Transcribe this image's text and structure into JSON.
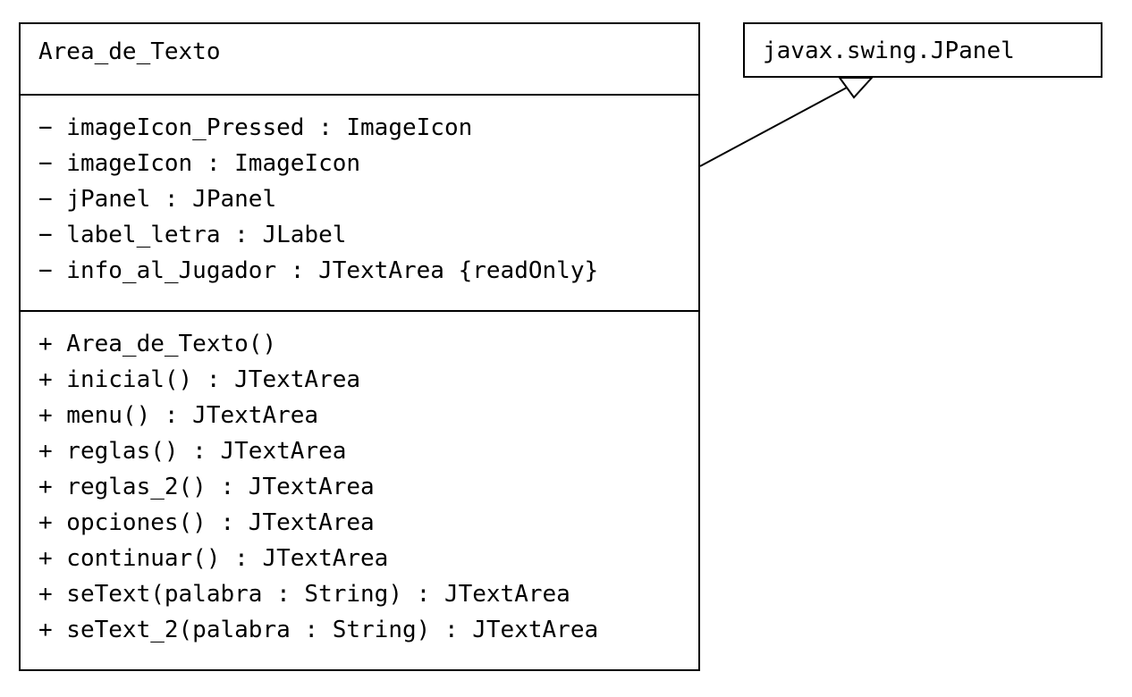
{
  "classes": {
    "main": {
      "name": "Area_de_Texto",
      "attributes": [
        "− imageIcon_Pressed : ImageIcon",
        "− imageIcon : ImageIcon",
        "− jPanel : JPanel",
        "− label_letra : JLabel",
        "− info_al_Jugador : JTextArea {readOnly}"
      ],
      "operations": [
        "+ Area_de_Texto()",
        "+ inicial() : JTextArea",
        "+ menu() : JTextArea",
        "+ reglas() : JTextArea",
        "+ reglas_2() : JTextArea",
        "+ opciones() : JTextArea",
        "+ continuar() : JTextArea",
        "+ seText(palabra : String) : JTextArea",
        "+ seText_2(palabra : String) : JTextArea"
      ]
    },
    "parent": {
      "name": "javax.swing.JPanel"
    }
  },
  "relationships": [
    {
      "type": "generalization",
      "from": "Area_de_Texto",
      "to": "javax.swing.JPanel"
    }
  ]
}
